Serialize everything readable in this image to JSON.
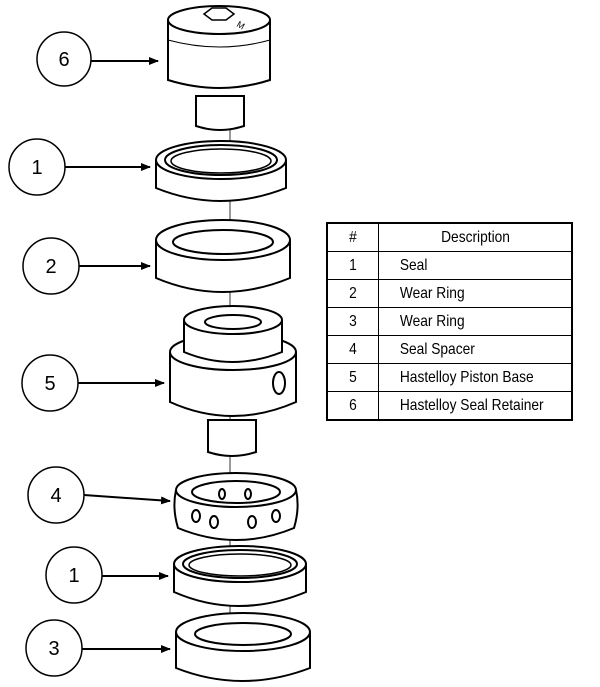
{
  "callouts": [
    {
      "id": "callout-6-top",
      "label": "6"
    },
    {
      "id": "callout-1-upper",
      "label": "1"
    },
    {
      "id": "callout-2",
      "label": "2"
    },
    {
      "id": "callout-5",
      "label": "5"
    },
    {
      "id": "callout-4",
      "label": "4"
    },
    {
      "id": "callout-1-lower",
      "label": "1"
    },
    {
      "id": "callout-3",
      "label": "3"
    }
  ],
  "table": {
    "headers": [
      "#",
      "Description"
    ],
    "rows": [
      {
        "num": "1",
        "desc": "Seal"
      },
      {
        "num": "2",
        "desc": "Wear Ring"
      },
      {
        "num": "3",
        "desc": "Wear Ring"
      },
      {
        "num": "4",
        "desc": "Seal Spacer"
      },
      {
        "num": "5",
        "desc": "Hastelloy Piston Base"
      },
      {
        "num": "6",
        "desc": "Hastelloy Seal Retainer"
      }
    ]
  },
  "line_color": "#000000",
  "fill_color": "#ffffff"
}
